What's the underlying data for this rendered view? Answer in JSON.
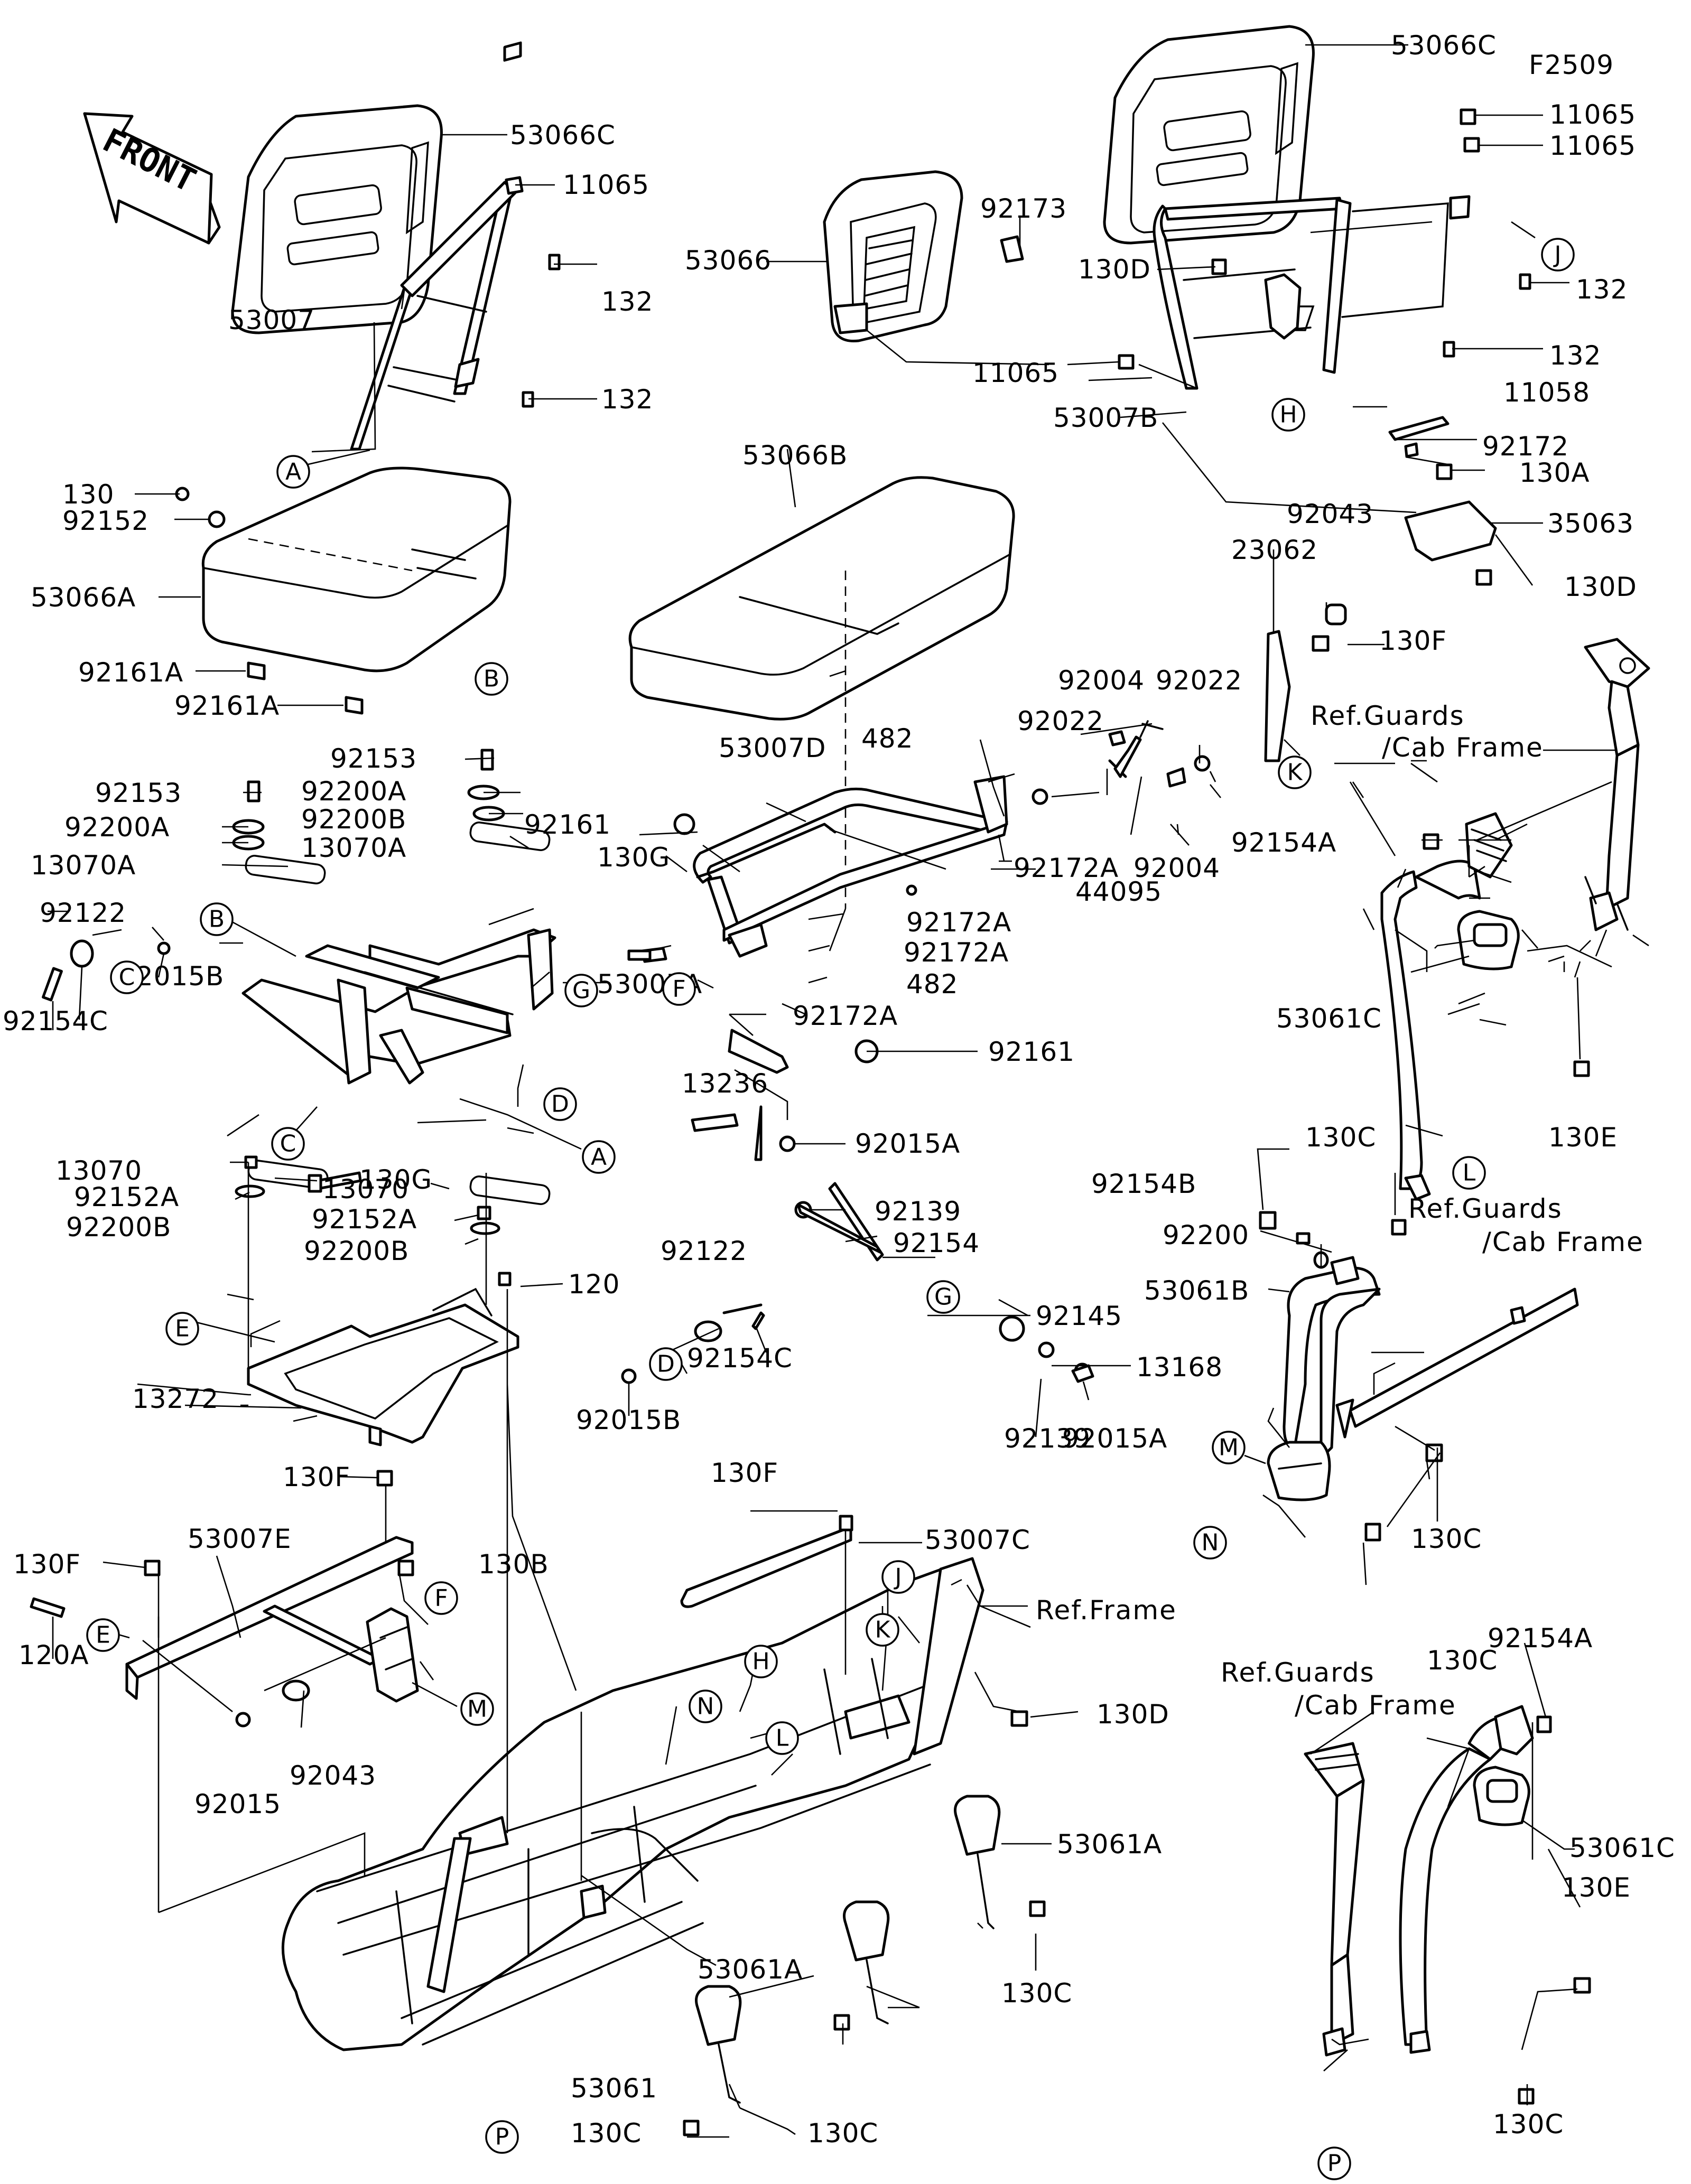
{
  "figure_id": "F2509",
  "front_label": "FRONT",
  "part_labels": [
    "53066C",
    "11065",
    "132",
    "132",
    "53007",
    "53066C",
    "11065",
    "11065",
    "53066",
    "92173",
    "130D",
    "132",
    "132",
    "11065",
    "53007B",
    "11058",
    "92172",
    "130A",
    "35063",
    "130D",
    "130",
    "92152",
    "53066A",
    "53066B",
    "92043",
    "23062",
    "130F",
    "92161A",
    "92161A",
    "92004",
    "92022",
    "482",
    "92022",
    "53007D",
    "92153",
    "92200A",
    "92200B",
    "92161",
    "92153",
    "92200A",
    "13070A",
    "13070A",
    "92172A",
    "92004",
    "44095",
    "130G",
    "92154A",
    "92122",
    "92015B",
    "53007A",
    "92172A",
    "92172A",
    "482",
    "92154C",
    "92172A",
    "92161",
    "53061C",
    "13236",
    "92015A",
    "130C",
    "130E",
    "13070",
    "130G",
    "92152A",
    "92200B",
    "13070",
    "92139",
    "92154",
    "92152A",
    "92154B",
    "92200B",
    "120",
    "92200",
    "92122",
    "53061B",
    "92145",
    "13168",
    "92154C",
    "13272",
    "92139",
    "92015B",
    "92015A",
    "130F",
    "130F",
    "53007C",
    "130C",
    "130F",
    "53007E",
    "130B",
    "Ref.Frame",
    "120A",
    "130D",
    "130C",
    "92043",
    "92015",
    "92154A",
    "53061A",
    "53061C",
    "130E",
    "53061A",
    "130C",
    "53061",
    "130C",
    "130C",
    "130C"
  ],
  "reference_notes": [
    "Ref.Guards",
    "/Cab Frame",
    "Ref.Guards",
    "/Cab Frame",
    "Ref.Guards",
    "/Cab Frame"
  ],
  "callouts": [
    "A",
    "B",
    "B",
    "C",
    "C",
    "D",
    "D",
    "E",
    "E",
    "F",
    "F",
    "G",
    "G",
    "H",
    "H",
    "J",
    "J",
    "K",
    "K",
    "L",
    "L",
    "M",
    "M",
    "N",
    "N",
    "P",
    "P",
    "A"
  ]
}
